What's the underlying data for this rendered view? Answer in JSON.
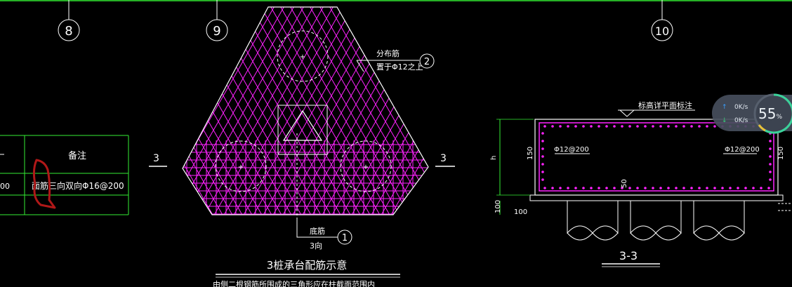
{
  "axis_labels": {
    "axis_8": "8",
    "axis_9": "9",
    "axis_10": "10"
  },
  "plan": {
    "section_mark_left": "3",
    "section_mark_right": "3",
    "callout_top_line1": "分布筋",
    "callout_top_line2": "置于Φ12之上",
    "callout_top_num": "2",
    "callout_bottom_line1": "底筋",
    "callout_bottom_line2": "3向",
    "callout_bottom_num": "1",
    "title": "3桩承台配筋示意",
    "note_cut": "由侧二根钢筋所围成的三角形应在柱截面范围内"
  },
  "table": {
    "header": "备注",
    "row_left_fragment": "00",
    "row_value": "面筋三向双向Φ16@200"
  },
  "section": {
    "elevation_note": "标高详平面标注",
    "left_rebar": "Φ12@200",
    "right_rebar": "Φ12@200",
    "dim_h": "h",
    "dim_150_left": "150",
    "dim_150_right": "150",
    "dim_50": "50",
    "dim_100_a": "100",
    "dim_100_b": "100",
    "title": "3-3"
  },
  "net_widget": {
    "up_speed": "0K/s",
    "down_speed": "0K/s",
    "percent": "55",
    "percent_unit": "%"
  },
  "colors": {
    "background": "#000000",
    "magenta": "#ff22ff",
    "green": "#33ee33",
    "white": "#ffffff"
  }
}
